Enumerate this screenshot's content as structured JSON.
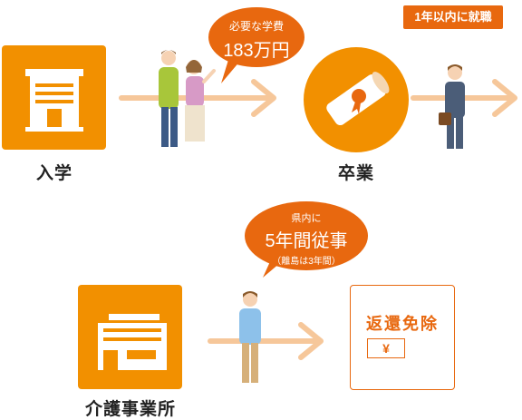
{
  "stages": {
    "enroll": {
      "label": "入学"
    },
    "graduate": {
      "label": "卒業"
    },
    "facility": {
      "label": "介護事業所"
    }
  },
  "tuition_bubble": {
    "line1": "必要な学費",
    "line2": "183万円"
  },
  "employment_tag": {
    "label": "1年以内に就職"
  },
  "service_bubble": {
    "line1": "県内に",
    "line2": "5年間従事",
    "line3": "（離島は3年間）"
  },
  "refund": {
    "title": "返還免除",
    "currency_symbol": "¥"
  },
  "colors": {
    "accent": "#e8680f",
    "tile": "#f29000",
    "arrow": "#f6c79a"
  }
}
